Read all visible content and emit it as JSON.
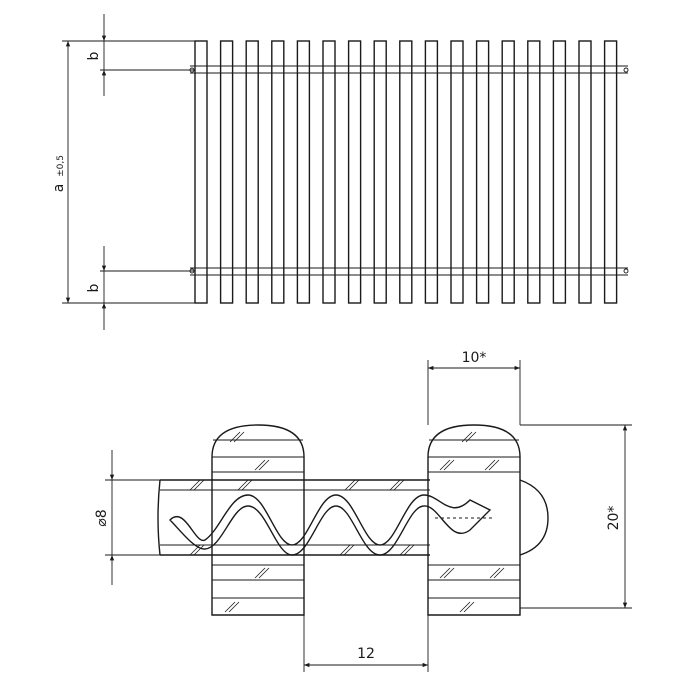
{
  "top_view": {
    "dim_b_top": "b",
    "dim_a_main": "a",
    "dim_a_tol": "±0,5",
    "dim_b_bottom": "b"
  },
  "section_view": {
    "dim_width": "10*",
    "dim_height": "20*",
    "dim_rod_diameter": "⌀8",
    "dim_pitch": "12"
  }
}
